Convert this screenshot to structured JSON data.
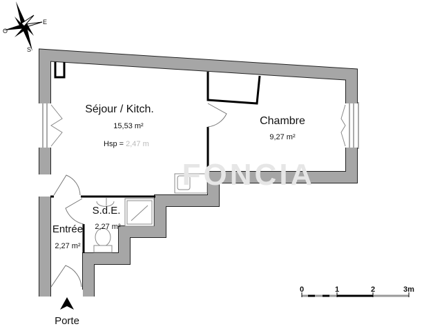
{
  "compass": {
    "west": "O",
    "east": "E",
    "south": "S"
  },
  "rooms": [
    {
      "name": "Séjour / Kitch.",
      "area": "15,53 m²",
      "height_prefix": "Hsp = ",
      "height_value": "2,47 m"
    },
    {
      "name": "Chambre",
      "area": "9,27 m²"
    },
    {
      "name": "S.d.E.",
      "area": "2,27 m²"
    },
    {
      "name": "Entrée",
      "area": "2,27 m²"
    }
  ],
  "entrance": {
    "label": "Porte"
  },
  "scale_bar": {
    "ticks": [
      "0",
      "1",
      "2",
      "3m"
    ]
  },
  "watermark": "FONCIA",
  "colors": {
    "wall": "#a6a6a6",
    "wall_edge": "#222222",
    "watermark": "#e6e6e6"
  }
}
